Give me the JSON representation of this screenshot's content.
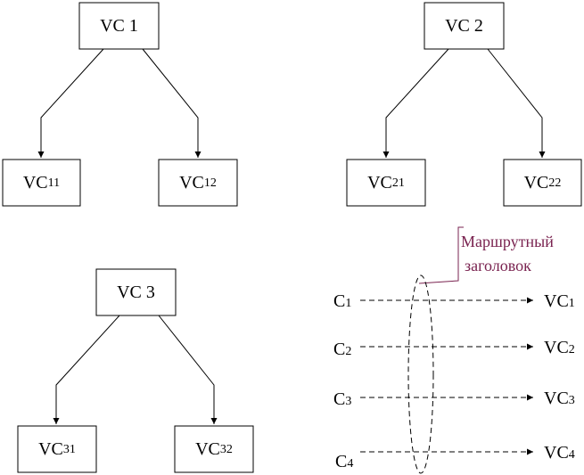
{
  "colors": {
    "line": "#000000",
    "annotation": "#7a2350"
  },
  "trees": [
    {
      "root": {
        "label": "VC 1"
      },
      "children": [
        {
          "base": "VC",
          "sub": "11"
        },
        {
          "base": "VC",
          "sub": "12"
        }
      ]
    },
    {
      "root": {
        "label": "VC 2"
      },
      "children": [
        {
          "base": "VC",
          "sub": "21"
        },
        {
          "base": "VC",
          "sub": "22"
        }
      ]
    },
    {
      "root": {
        "label": "VC 3"
      },
      "children": [
        {
          "base": "VC",
          "sub": "31"
        },
        {
          "base": "VC",
          "sub": "32"
        }
      ]
    }
  ],
  "routing": {
    "annotation_line1": "Маршрутный",
    "annotation_line2": "заголовок",
    "inputs": [
      {
        "base": "C",
        "sub": "1"
      },
      {
        "base": "C",
        "sub": "2"
      },
      {
        "base": "C",
        "sub": "3"
      },
      {
        "base": "C",
        "sub": "4"
      }
    ],
    "outputs": [
      {
        "base": "VC",
        "sub": "1"
      },
      {
        "base": "VC",
        "sub": "2"
      },
      {
        "base": "VC",
        "sub": "3"
      },
      {
        "base": "VC",
        "sub": "4"
      }
    ]
  }
}
